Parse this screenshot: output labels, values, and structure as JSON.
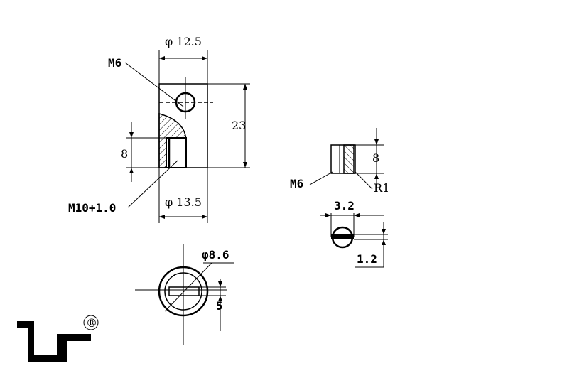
{
  "main_view": {
    "dia_top": "φ 12.5",
    "thread_top": "M6",
    "height": "23",
    "depth": "8",
    "thread_side": "M10+1.0",
    "dia_bottom": "φ 13.5"
  },
  "side_view": {
    "height": "8",
    "thread": "M6",
    "radius": "R1"
  },
  "slot_view": {
    "width": "3.2",
    "depth": "1.2"
  },
  "bottom_view": {
    "dia": "φ8.6",
    "slot": "5"
  },
  "logo": {
    "mark": "®"
  }
}
